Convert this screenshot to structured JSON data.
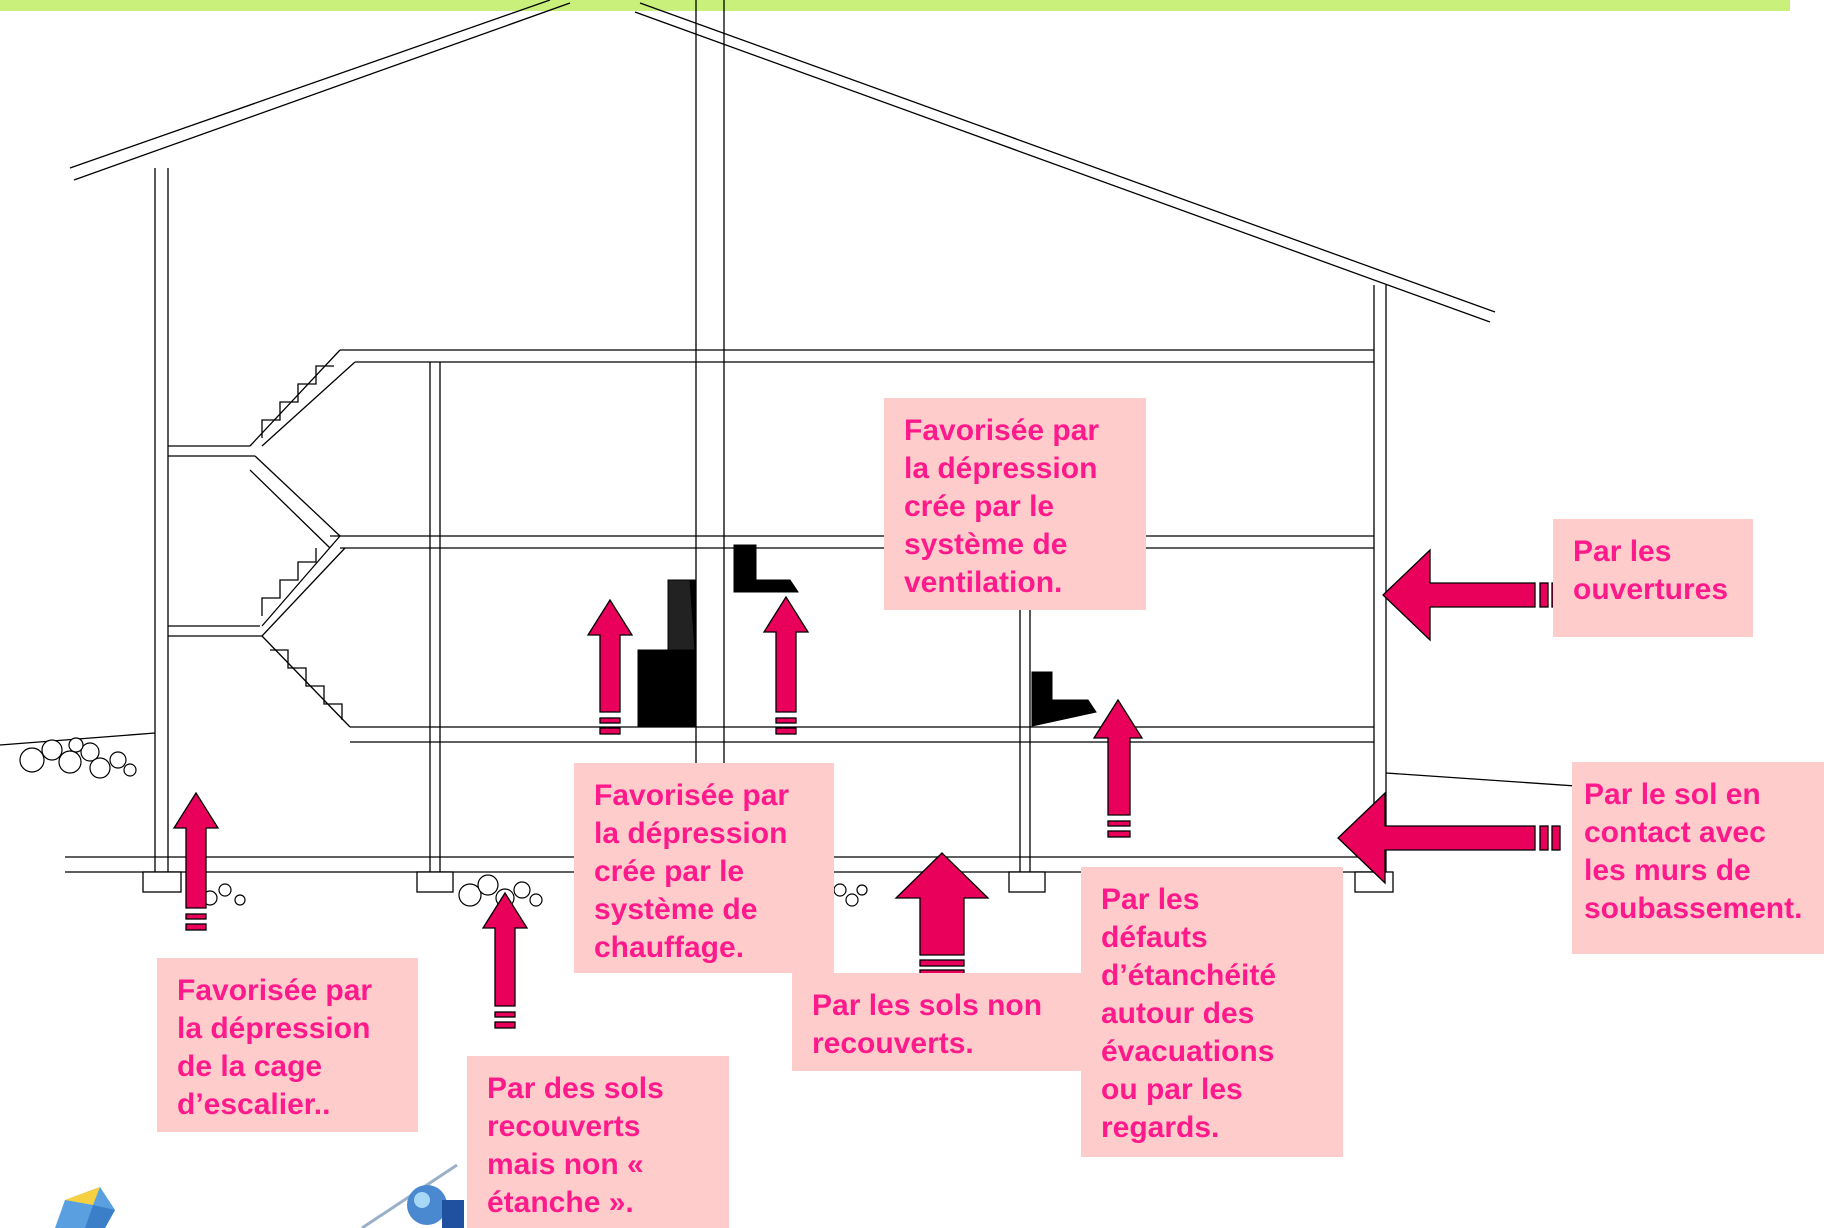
{
  "colors": {
    "header_bar": "#c8f07a",
    "label_background": "#ffcccc",
    "label_text": "#ff1a8c",
    "arrow_fill": "#e8005a",
    "line": "#000000"
  },
  "labels": {
    "cage_escalier": "Favorisée par\nla dépression\nde la cage\nd’escalier..",
    "sols_recouverts": "Par des sols\nrecouverts\nmais non «\nétanche ».",
    "chauffage": "Favorisée par\nla dépression\ncrée par le\nsystème de\nchauffage.",
    "sols_non_recouverts": "Par les sols non\nrecouverts.",
    "ventilation": "Favorisée par\nla dépression\ncrée par le\nsystème de\nventilation.",
    "defauts_etancheite": "Par les\ndéfauts\nd’étanchéité\nautour des\névacuations\nou par les\nregards.",
    "ouvertures": "Par les\nouvertures",
    "murs_soubassement": "Par le sol en\ncontact avec\nles murs de\nsoubassement."
  },
  "icons": {
    "arrow": "up-arrow-icon",
    "side_arrow": "left-arrow-icon",
    "logo_left": "logo-icon",
    "logo_right": "globe-logo-icon"
  }
}
